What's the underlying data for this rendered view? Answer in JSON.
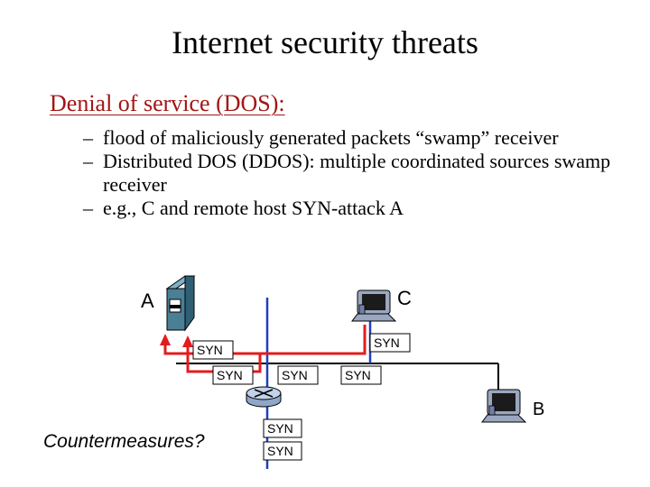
{
  "slide": {
    "title": "Internet security threats",
    "section_heading": "Denial of service (DOS):",
    "bullets": [
      "flood of maliciously generated packets “swamp” receiver",
      "Distributed DOS (DDOS): multiple coordinated sources swamp receiver",
      "e.g., C and remote host SYN-attack A"
    ],
    "bullet_marker": "–"
  },
  "diagram": {
    "host_labels": {
      "a": "A",
      "b": "B",
      "c": "C"
    },
    "packet_label": "SYN",
    "countermeasures": "Countermeasures?",
    "icons": {
      "server": "server-tower-icon",
      "workstation": "desktop-computer-icon",
      "router": "router-icon"
    },
    "colors": {
      "link_blue": "#1f3fbf",
      "attack_red": "#e31c1c",
      "server_body": "#4a7f96",
      "heading_red": "#a31515"
    }
  }
}
